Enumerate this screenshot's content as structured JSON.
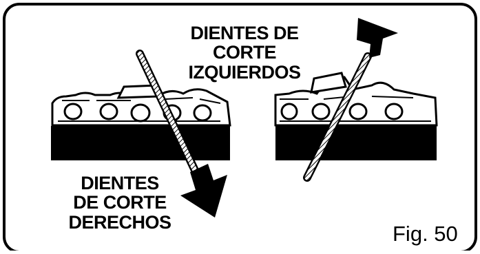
{
  "labels": {
    "left_cutting_teeth": [
      "DIENTES DE CORTE",
      "IZQUIERDOS"
    ],
    "right_cutting_teeth": [
      "DIENTES",
      "DE CORTE",
      "DERECHOS"
    ]
  },
  "figure": {
    "caption": "Fig. 50"
  },
  "colors": {
    "ink": "#000000",
    "paper": "#ffffff"
  }
}
